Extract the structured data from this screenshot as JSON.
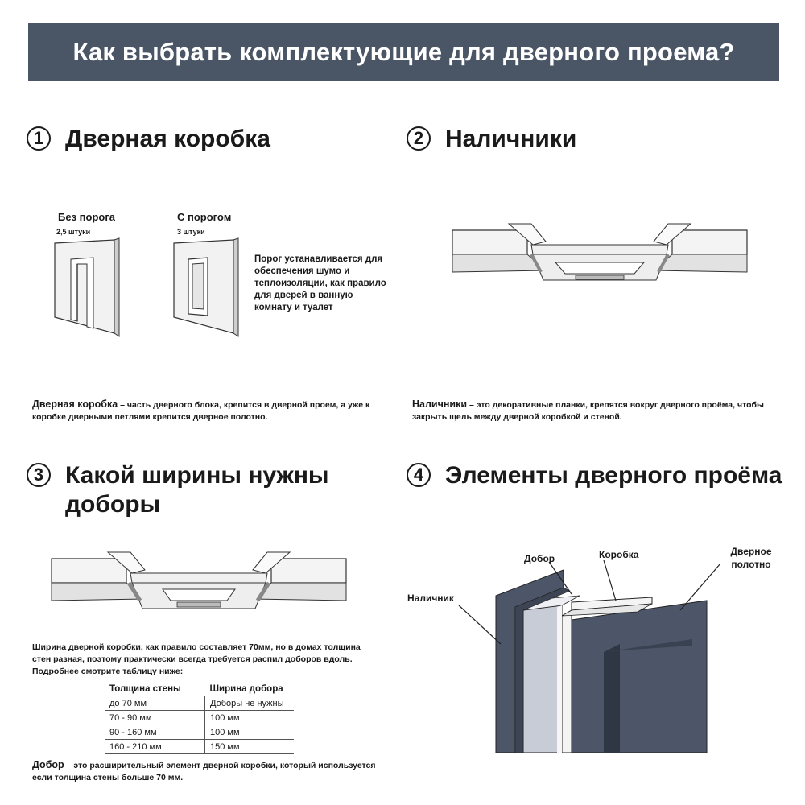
{
  "header": {
    "title": "Как выбрать комплектующие для дверного проема?"
  },
  "sections": [
    {
      "number": "1",
      "title": "Дверная коробка"
    },
    {
      "number": "2",
      "title": "Наличники"
    },
    {
      "number": "3",
      "title": "Какой ширины нужны доборы"
    },
    {
      "number": "4",
      "title": "Элементы дверного проёма"
    }
  ],
  "box": {
    "no_threshold": {
      "title": "Без порога",
      "count": "2,5 штуки"
    },
    "with_threshold": {
      "title": "С порогом",
      "count": "3 штуки"
    },
    "threshold_note": "Порог устанавливается для обеспечения шумо и теплоизоляции, как правило для дверей в ванную комнату и туалет",
    "desc_term": "Дверная коробка",
    "desc_text": " – часть дверного блока, крепится в дверной проем, а уже к коробке дверными петлями крепится дверное полотно."
  },
  "trim": {
    "desc_term": "Наличники",
    "desc_text": " – это декоративные планки, крепятся вокруг дверного проёма, чтобы закрыть щель между дверной коробкой и стеной."
  },
  "extension": {
    "intro": "Ширина дверной коробки, как правило составляет 70мм, но в домах толщина стен разная, поэтому практически всегда требуется распил доборов вдоль. Подробнее смотрите таблицу ниже:",
    "table": {
      "headers": [
        "Толщина стены",
        "Ширина добора"
      ],
      "rows": [
        [
          "до 70 мм",
          "Доборы не нужны"
        ],
        [
          "70 - 90 мм",
          "100 мм"
        ],
        [
          "90 - 160 мм",
          "100 мм"
        ],
        [
          "160 - 210 мм",
          "150 мм"
        ]
      ]
    },
    "desc_term": "Добор",
    "desc_text": " – это расширительный элемент дверной коробки, который используется если толщина стены больше 70 мм."
  },
  "elements": {
    "labels": {
      "dobor": "Добор",
      "korobka": "Коробка",
      "polotno": "Дверное полотно",
      "nalichnik": "Наличник"
    }
  },
  "colors": {
    "banner": "#4a5566",
    "door_dark": "#4c5668",
    "door_light": "#c8ccd6",
    "line": "#333333"
  }
}
